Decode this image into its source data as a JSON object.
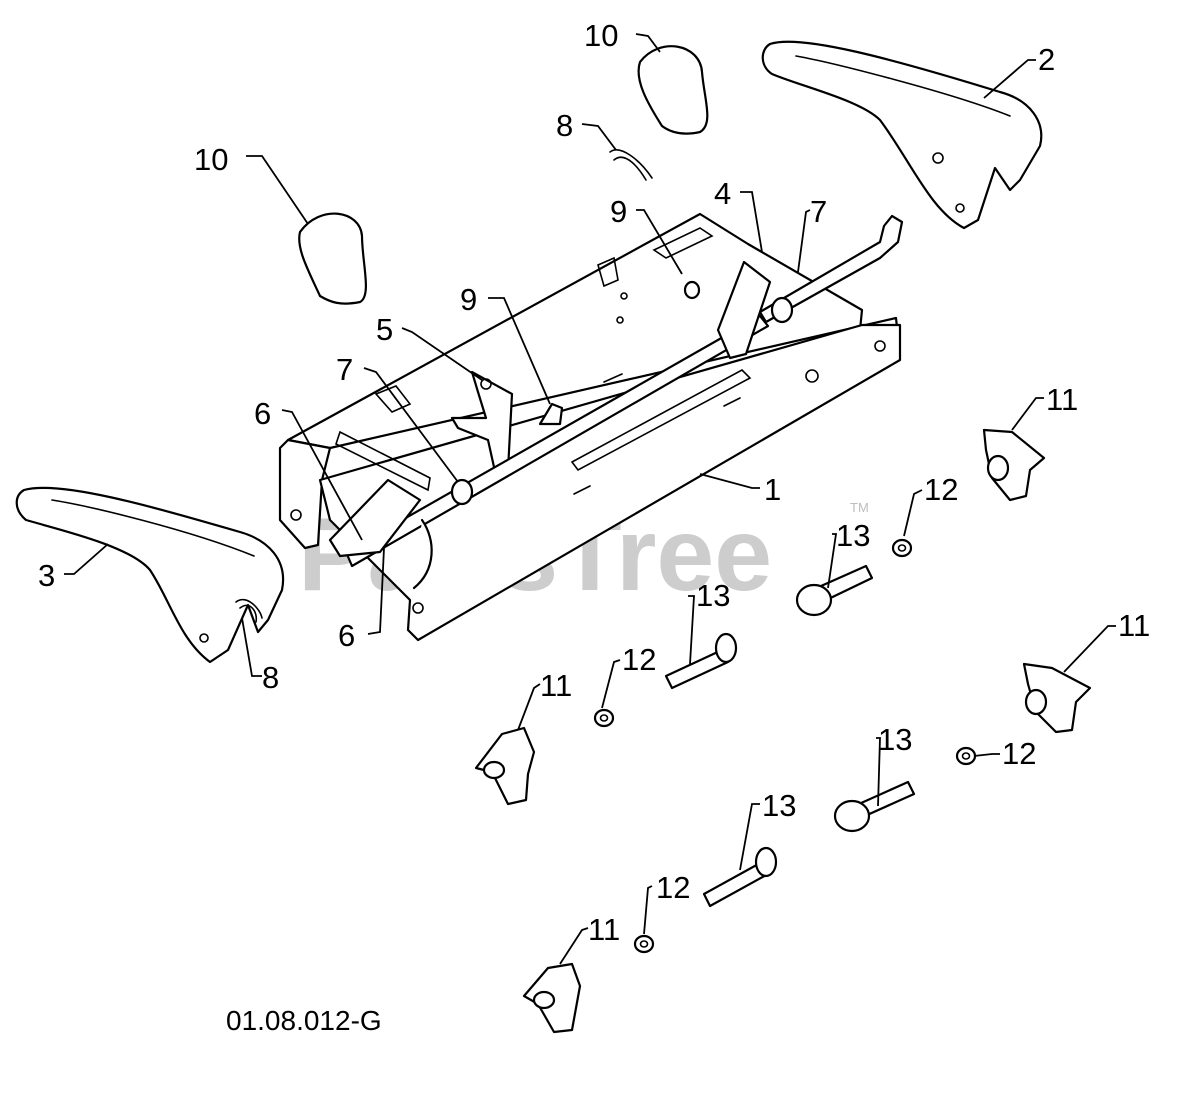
{
  "drawing_code": "01.08.012-G",
  "watermark": {
    "text": "PartsTree",
    "trademark": "TM"
  },
  "callouts": {
    "c10a": "10",
    "c10b": "10",
    "c2": "2",
    "c8a": "8",
    "c9a": "9",
    "c4": "4",
    "c7a": "7",
    "c9b": "9",
    "c5": "5",
    "c7b": "7",
    "c6a": "6",
    "c1": "1",
    "c11a": "11",
    "c12a": "12",
    "c13a": "13",
    "c3": "3",
    "c6b": "6",
    "c8b": "8",
    "c13b": "13",
    "c12b": "12",
    "c11b": "11",
    "c11c": "11",
    "c13c": "13",
    "c12c": "12",
    "c13d": "13",
    "c12d": "12",
    "c11d": "11"
  }
}
